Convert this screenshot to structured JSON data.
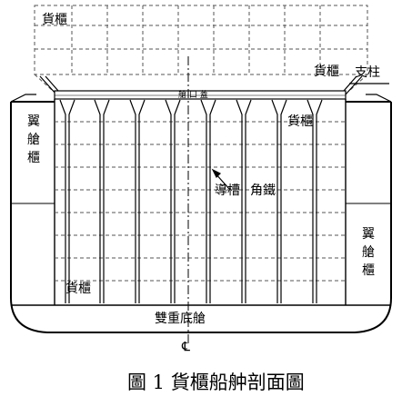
{
  "labels": {
    "cargo_container_top_left": "貨櫃",
    "cargo_container_top_right": "貨櫃",
    "pillar": "支柱",
    "hatch_cover": "艙 口 蓋",
    "cargo_container_hold_upper": "貨櫃",
    "wing_tank_left": [
      "翼",
      "艙",
      "櫃"
    ],
    "wing_tank_right": [
      "翼",
      "艙",
      "櫃"
    ],
    "guide_rail": "導槽",
    "angle_iron": "角鐵",
    "cargo_container_bottom": "貨櫃",
    "double_bottom": "雙重底艙",
    "centerline_symbol": "℄"
  },
  "caption": "圖 1 貨櫃船舯剖面圖",
  "colors": {
    "stroke": "#000000",
    "dashed": "#555555",
    "background": "#ffffff"
  }
}
